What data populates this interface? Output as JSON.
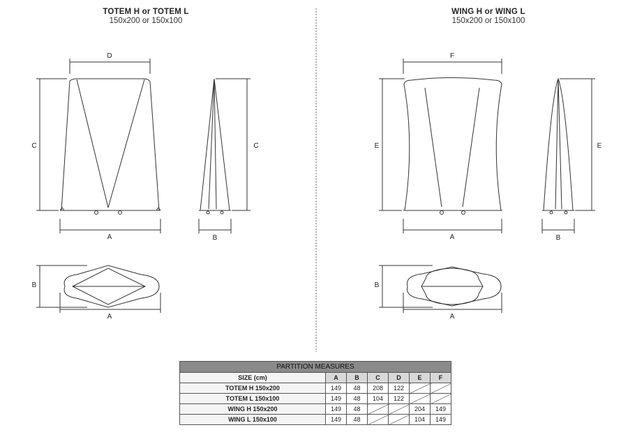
{
  "left_heading": {
    "title": "TOTEM H or TOTEM L",
    "subtitle": "150x200 or 150x100"
  },
  "right_heading": {
    "title": "WING H or WING L",
    "subtitle": "150x200 or 150x100"
  },
  "dimension_labels": {
    "totem_front_top": "D",
    "totem_front_side": "C",
    "totem_front_bottom": "A",
    "totem_side_side": "C",
    "totem_side_bottom": "B",
    "totem_plan_side": "B",
    "totem_plan_bottom": "A",
    "wing_front_top": "F",
    "wing_front_side": "E",
    "wing_front_bottom": "A",
    "wing_side_side": "E",
    "wing_side_bottom": "B",
    "wing_plan_side": "B",
    "wing_plan_bottom": "A"
  },
  "table": {
    "title": "PARTITION MEASURES",
    "size_header": "SIZE (cm)",
    "columns": [
      "A",
      "B",
      "C",
      "D",
      "E",
      "F"
    ],
    "rows": [
      {
        "label": "TOTEM H 150x200",
        "values": [
          "149",
          "48",
          "208",
          "122",
          null,
          null
        ]
      },
      {
        "label": "TOTEM L 150x100",
        "values": [
          "149",
          "48",
          "104",
          "122",
          null,
          null
        ]
      },
      {
        "label": "WING H 150x200",
        "values": [
          "149",
          "48",
          null,
          null,
          "204",
          "149"
        ]
      },
      {
        "label": "WING L 150x100",
        "values": [
          "149",
          "48",
          null,
          null,
          "104",
          "149"
        ]
      }
    ]
  }
}
